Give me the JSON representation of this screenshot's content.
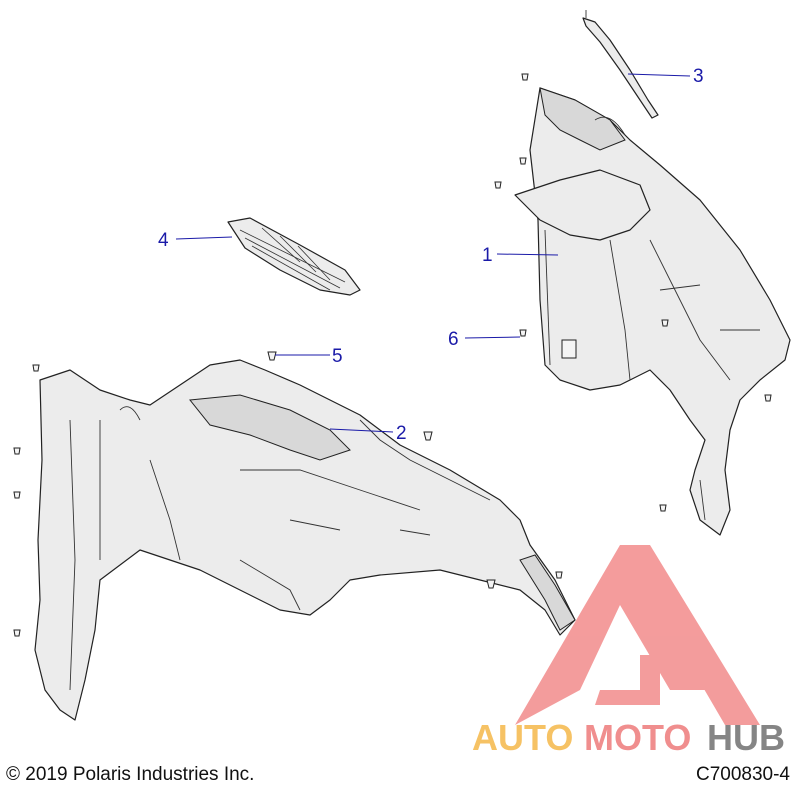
{
  "callouts": [
    {
      "number": "1"
    },
    {
      "number": "2"
    },
    {
      "number": "3"
    },
    {
      "number": "4"
    },
    {
      "number": "5"
    },
    {
      "number": "6"
    }
  ],
  "footer": {
    "copyright": "© 2019 Polaris Industries Inc.",
    "diagram_code": "C700830-4"
  },
  "watermark": {
    "part1": "AUTO",
    "part2": "MOTO",
    "part3": "HUB",
    "colors": {
      "auto": "#f5b84a",
      "moto": "#ee7b7b",
      "hub": "#707070",
      "triangle": "#f28b8b"
    }
  },
  "colors": {
    "callout": "#1a1aa8",
    "part_fill": "#ececec",
    "outline": "#222222"
  }
}
